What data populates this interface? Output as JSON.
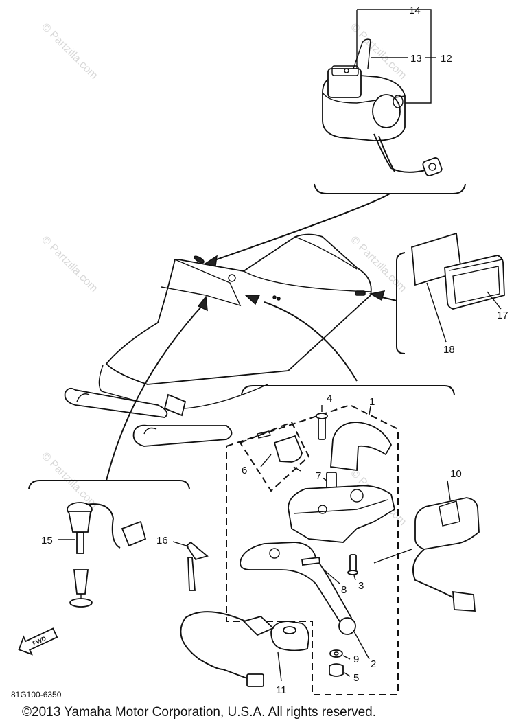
{
  "copyright": "©2013 Yamaha Motor Corporation, U.S.A. All rights reserved.",
  "diagram_code": "81G100-6350",
  "watermark_text": "© Partzilla.com",
  "fwd_label": "FWD",
  "colors": {
    "ink": "#111111",
    "watermark": "#d8d8d8",
    "background": "#ffffff"
  },
  "callouts": {
    "c1": "1",
    "c2": "2",
    "c3": "3",
    "c4": "4",
    "c5": "5",
    "c6": "6",
    "c7": "7",
    "c8": "8",
    "c9": "9",
    "c10": "10",
    "c11": "11",
    "c12": "12",
    "c13": "13",
    "c14": "14",
    "c15": "15",
    "c16": "16",
    "c17": "17",
    "c18": "18"
  }
}
